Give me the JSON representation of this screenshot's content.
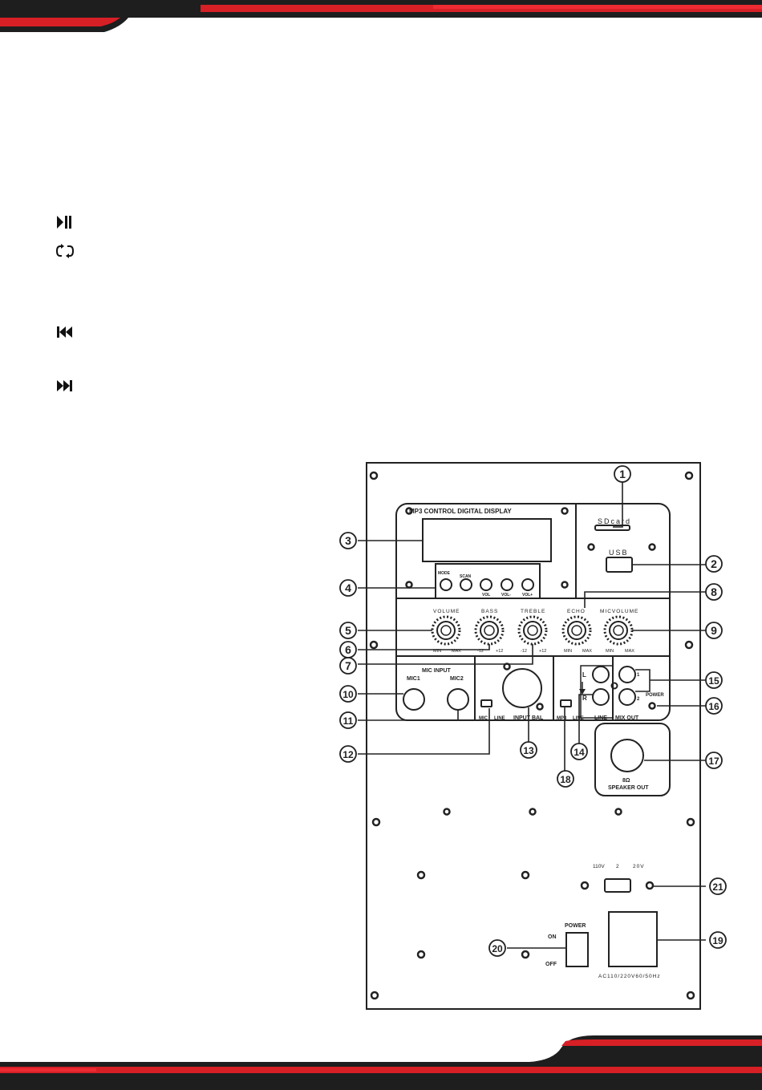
{
  "icons": [
    {
      "name": "play-pause-icon"
    },
    {
      "name": "repeat-icon"
    },
    {
      "name": "previous-track-icon"
    },
    {
      "name": "next-track-icon"
    }
  ],
  "panel": {
    "display_title": "MP3 CONTROL DIGITAL DISPLAY",
    "sdcard_label": "SDcard",
    "usb_label": "USB",
    "buttons": {
      "mode": "MODE",
      "scan": "SCAN",
      "vol": "VOL",
      "vol_minus": "VOL-",
      "vol_plus": "VOL+"
    },
    "knobs": {
      "volume": "VOLUME",
      "bass": "BASS",
      "treble": "TREBLE",
      "echo": "ECHO",
      "mic_volume": "MICVOLUME",
      "min": "MIN",
      "max": "MAX",
      "minus12": "-12",
      "plus12": "+12"
    },
    "mic_input": "MIC INPUT",
    "mic1": "MIC1",
    "mic2": "MIC2",
    "mic": "MIC",
    "line": "LINE",
    "input_bal": "INPUT BAL",
    "mp3": "MP3",
    "l": "L",
    "r": "R",
    "mix_out": "MIX OUT",
    "one": "1",
    "two": "2",
    "power": "POWER",
    "speaker_ohm": "8Ω",
    "speaker_out": "SPEAKER OUT",
    "v110": "110V",
    "v2": "2",
    "v20": "20V",
    "on": "ON",
    "off": "OFF",
    "ac_rating": "AC110/220V60/50Hz"
  },
  "callouts": [
    "1",
    "2",
    "3",
    "4",
    "5",
    "6",
    "7",
    "8",
    "9",
    "10",
    "11",
    "12",
    "13",
    "14",
    "15",
    "16",
    "17",
    "18",
    "19",
    "20",
    "21"
  ],
  "colors": {
    "accent_red": "#d71f26",
    "dark": "#222222"
  }
}
